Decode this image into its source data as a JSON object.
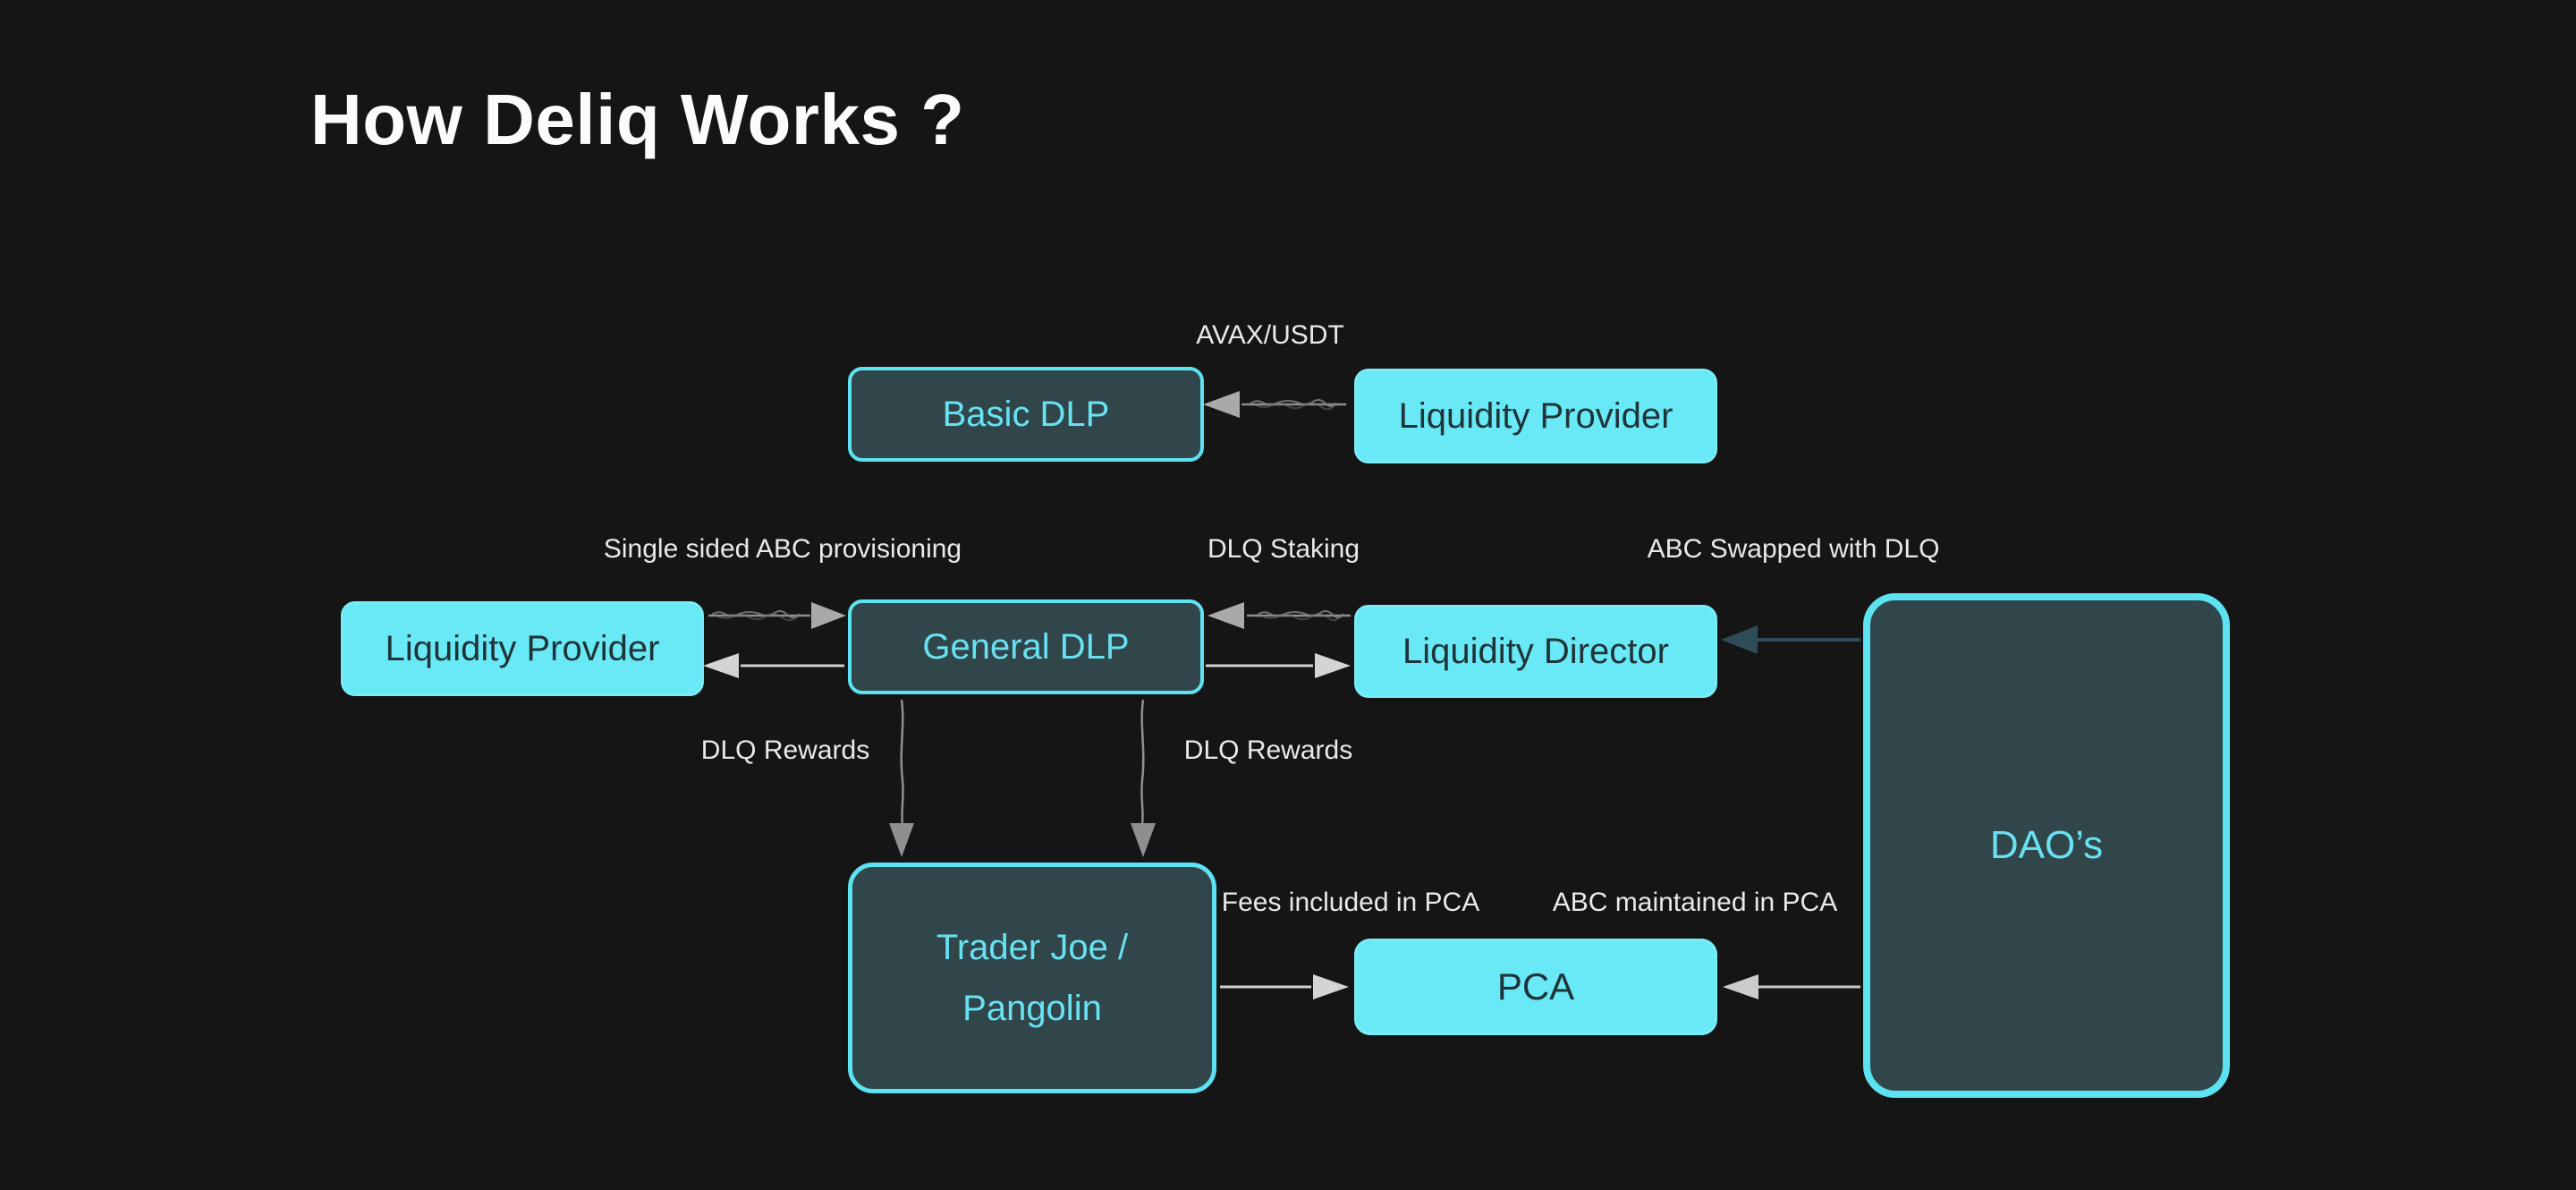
{
  "page": {
    "title": "How Deliq Works ?"
  },
  "colors": {
    "background": "#151515",
    "node_solid_fill": "#68e9f5",
    "node_dark_fill": "#30464a",
    "node_border_cyan": "#5ce2f0",
    "node_dark_text": "#68e1f2",
    "node_solid_text": "#1f3338",
    "edge_label_text": "#e9e9e9",
    "arrow_light": "#cfcfcf",
    "arrow_gray": "#9a9a9a",
    "arrow_dark_slate": "#2e4c57"
  },
  "nodes": {
    "basic_dlp": {
      "label": "Basic DLP"
    },
    "lp_top": {
      "label": "Liquidity Provider"
    },
    "lp_left": {
      "label": "Liquidity Provider"
    },
    "general_dlp": {
      "label": "General DLP"
    },
    "liquidity_director": {
      "label": "Liquidity Director"
    },
    "daos": {
      "label": "DAO’s"
    },
    "trader_joe": {
      "label": "Trader Joe /\nPangolin"
    },
    "pca": {
      "label": "PCA"
    }
  },
  "edge_labels": {
    "avax_usdt": "AVAX/USDT",
    "single_sided": "Single sided ABC provisioning",
    "dlq_staking": "DLQ Staking",
    "abc_swapped": "ABC Swapped with DLQ",
    "dlq_rewards_left": "DLQ Rewards",
    "dlq_rewards_right": "DLQ Rewards",
    "fees_included": "Fees included in PCA",
    "abc_maintained": "ABC maintained in PCA"
  }
}
